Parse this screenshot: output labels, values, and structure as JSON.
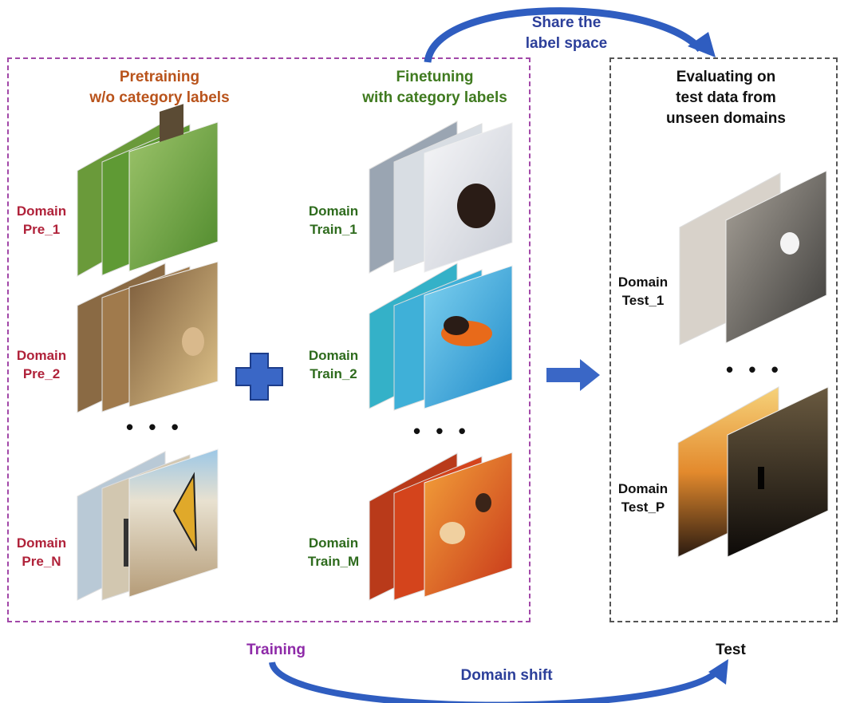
{
  "share": {
    "line1": "Share the",
    "line2": "label space"
  },
  "pretraining": {
    "line1": "Pretraining",
    "line2": "w/o category labels"
  },
  "finetuning": {
    "line1": "Finetuning",
    "line2": "with category labels"
  },
  "evaluating": {
    "line1": "Evaluating on",
    "line2": "test data from",
    "line3": "unseen domains"
  },
  "pre_domains": [
    {
      "line1": "Domain",
      "line2": "Pre_1"
    },
    {
      "line1": "Domain",
      "line2": "Pre_2"
    },
    {
      "line1": "Domain",
      "line2": "Pre_N"
    }
  ],
  "train_domains": [
    {
      "line1": "Domain",
      "line2": "Train_1"
    },
    {
      "line1": "Domain",
      "line2": "Train_2"
    },
    {
      "line1": "Domain",
      "line2": "Train_M"
    }
  ],
  "test_domains": [
    {
      "line1": "Domain",
      "line2": "Test_1"
    },
    {
      "line1": "Domain",
      "line2": "Test_P"
    }
  ],
  "ellipsis": "• • •",
  "training_label": "Training",
  "test_label": "Test",
  "domain_shift": "Domain shift",
  "colors": {
    "pre_domain": "#b0223a",
    "train_domain": "#2e6b1d",
    "arrow_blue": "#3a67c6",
    "training_box": "#a248a8",
    "test_box": "#555555"
  }
}
